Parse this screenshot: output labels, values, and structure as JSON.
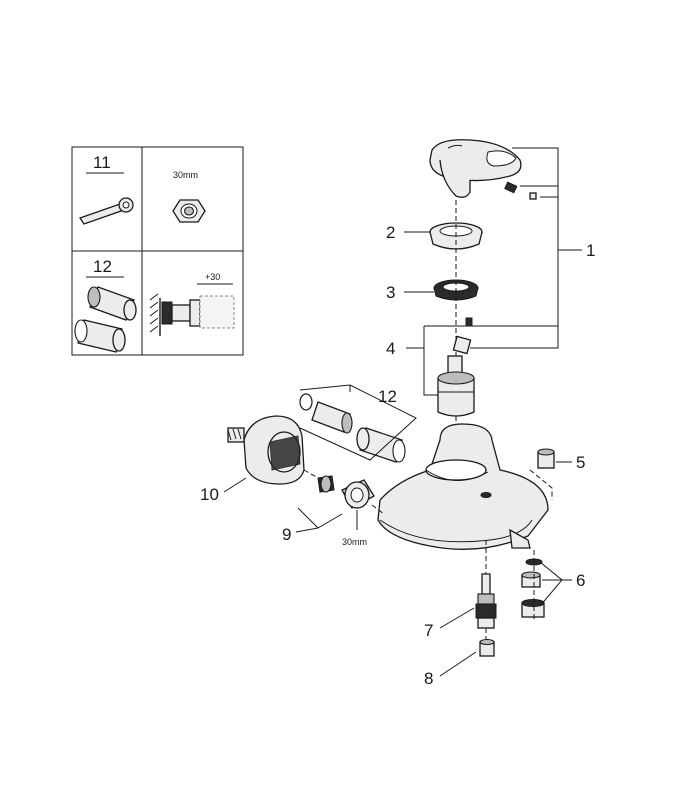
{
  "callouts": {
    "c1": "1",
    "c2": "2",
    "c3": "3",
    "c4": "4",
    "c5": "5",
    "c6": "6",
    "c7": "7",
    "c8": "8",
    "c9": "9",
    "c10": "10",
    "c11": "11",
    "c12": "12"
  },
  "inset": {
    "row1_number": "11",
    "row1_nut_size": "30mm",
    "row2_number": "12",
    "row2_extension": "+30"
  },
  "nut_size_label": "30mm"
}
